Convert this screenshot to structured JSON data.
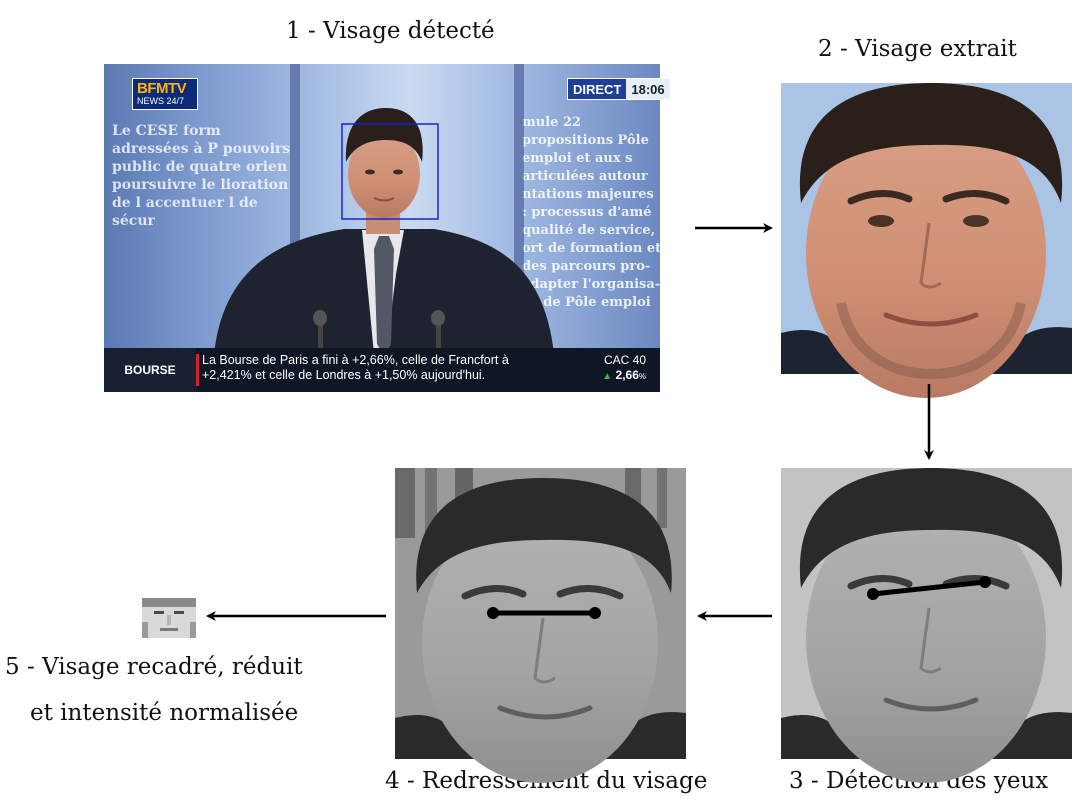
{
  "steps": [
    {
      "caption": "1 - Visage détecté"
    },
    {
      "caption": "2 - Visage extrait"
    },
    {
      "caption": "3 - Détection des yeux"
    },
    {
      "caption": "4 - Redressement du visage"
    },
    {
      "caption_line1": "5 - Visage recadré, réduit",
      "caption_line2": "et intensité normalisée"
    }
  ],
  "tv": {
    "logo_main": "BFMTV",
    "logo_sub": "NEWS 24/7",
    "direct_label": "DIRECT",
    "time": "18:06",
    "left_text": "Le CESE form adressées à P pouvoirs public de quatre orien poursuivre le lioration de l accentuer l de sécur",
    "right_text": "mule 22 propositions Pôle emploi et aux s articulées autour ntations majeures : processus d'amé qualité de service, ort de formation et des parcours pro- adapter l'organisa- ns de Pôle emploi",
    "ticker_tag": "BOURSE",
    "ticker_line1": "La Bourse de Paris a fini à +2,66%, celle de Francfort à",
    "ticker_line2": "+2,421% et celle de Londres à +1,50% aujourd'hui.",
    "index_name": "CAC 40",
    "index_value": "2,66"
  },
  "colors": {
    "detection_box": "#1a22c8",
    "arrow": "#000000",
    "eye_line": "#000000"
  }
}
